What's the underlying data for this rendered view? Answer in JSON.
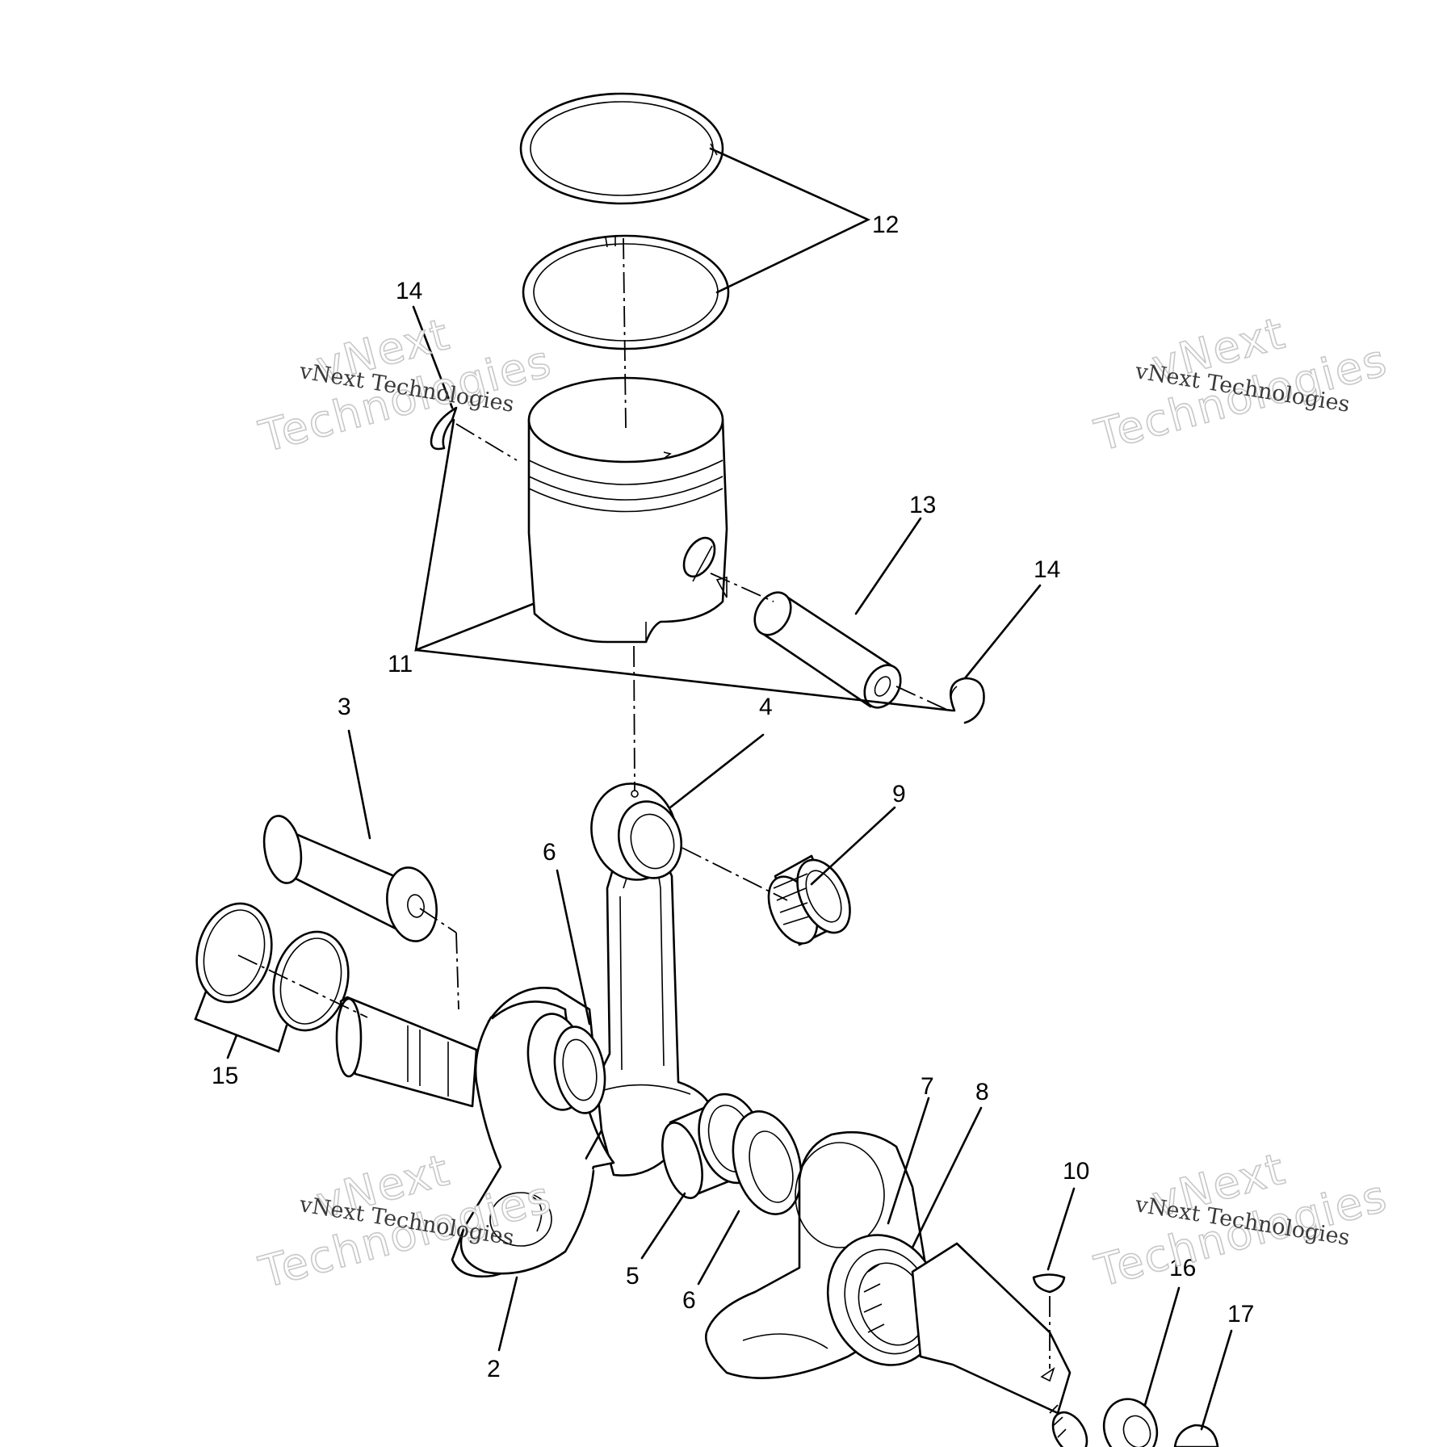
{
  "diagram": {
    "callouts": [
      "12",
      "14",
      "13",
      "14",
      "11",
      "3",
      "4",
      "9",
      "6",
      "15",
      "7",
      "8",
      "10",
      "5",
      "6",
      "2",
      "16",
      "17"
    ],
    "watermark": {
      "big_line1": "vNext",
      "big_line2": "Technologies",
      "small": "vNext Technologies"
    }
  }
}
